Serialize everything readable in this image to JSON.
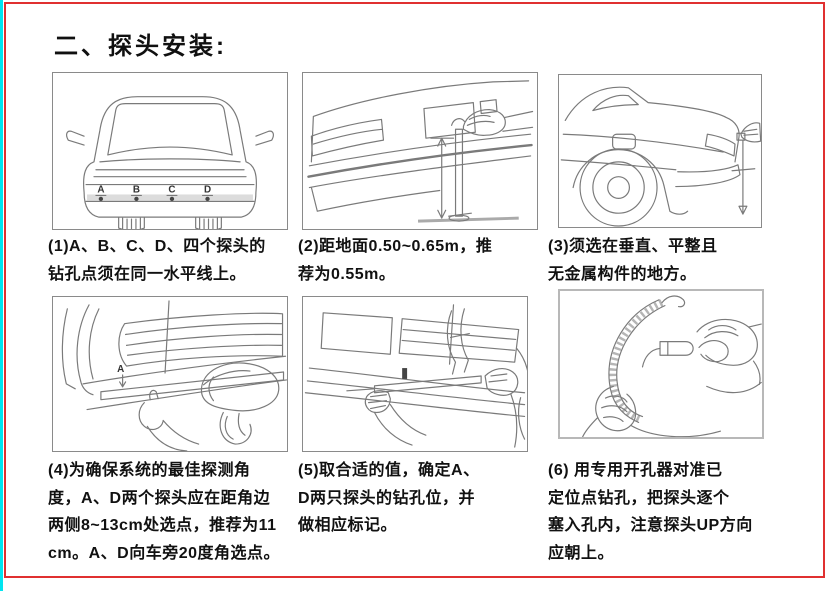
{
  "page_title": "二、探头安装:",
  "colors": {
    "frame_red": "#e03030",
    "edge_cyan": "#00e5f0",
    "sketch": "#7a7a7a",
    "panel_border": "#8a8a8a"
  },
  "panels": [
    {
      "figure": "car-rear-view-with-four-drill-points",
      "point_labels": [
        "A",
        "B",
        "C",
        "D"
      ],
      "caption": "(1)A、B、C、D、四个探头的\n钻孔点须在同一水平线上。"
    },
    {
      "figure": "measuring-bumper-height-from-ground",
      "caption": "(2)距地面0.50~0.65m，推\n荐为0.55m。"
    },
    {
      "figure": "checking-vertical-flat-surface-with-plumb-line",
      "caption": "(3)须选在垂直、平整且\n无金属构件的地方。"
    },
    {
      "figure": "measuring-distance-from-bumper-corner",
      "point_labels": [
        "A"
      ],
      "caption": "(4)为确保系统的最佳探测角\n度，A、D两个探头应在距角边\n两侧8~13cm处选点，推荐为11\ncm。A、D向车旁20度角选点。"
    },
    {
      "figure": "marking-drill-positions-with-tape",
      "caption": "(5)取合适的值，确定A、\nD两只探头的钻孔位，并\n做相应标记。"
    },
    {
      "figure": "inserting-sensor-into-hole",
      "caption": "(6) 用专用开孔器对准已\n定位点钻孔，把探头逐个\n塞入孔内，注意探头UP方向\n应朝上。"
    }
  ]
}
